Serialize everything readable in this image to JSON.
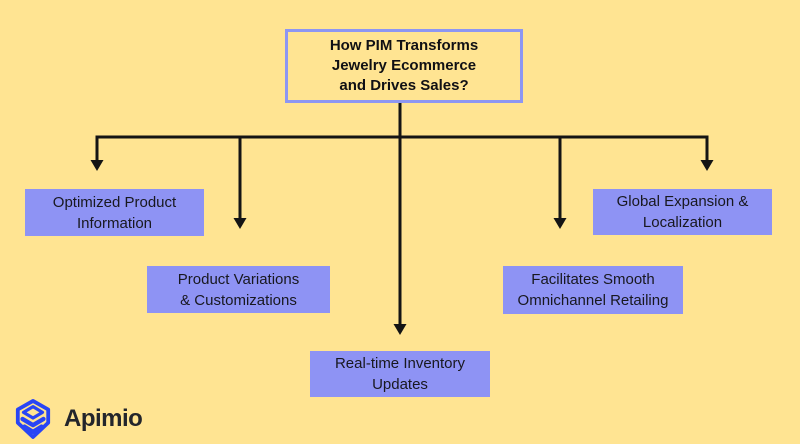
{
  "colors": {
    "background": "#ffe492",
    "node_fill": "#8e93f4",
    "title_border": "#8d96f2",
    "line": "#141414",
    "text": "#18181f",
    "logo_blue": "#2945f5",
    "logo_text": "#23252b"
  },
  "title": {
    "text": "How PIM Transforms\nJewelry Ecommerce\nand Drives Sales?"
  },
  "nodes": [
    {
      "label": "Optimized Product\nInformation"
    },
    {
      "label": "Product Variations\n& Customizations"
    },
    {
      "label": "Real-time Inventory\nUpdates"
    },
    {
      "label": "Facilitates Smooth\nOmnichannel Retailing"
    },
    {
      "label": "Global Expansion &\nLocalization"
    }
  ],
  "logo": {
    "text": "Apimio",
    "icon": "apimio-layered-box-icon"
  }
}
